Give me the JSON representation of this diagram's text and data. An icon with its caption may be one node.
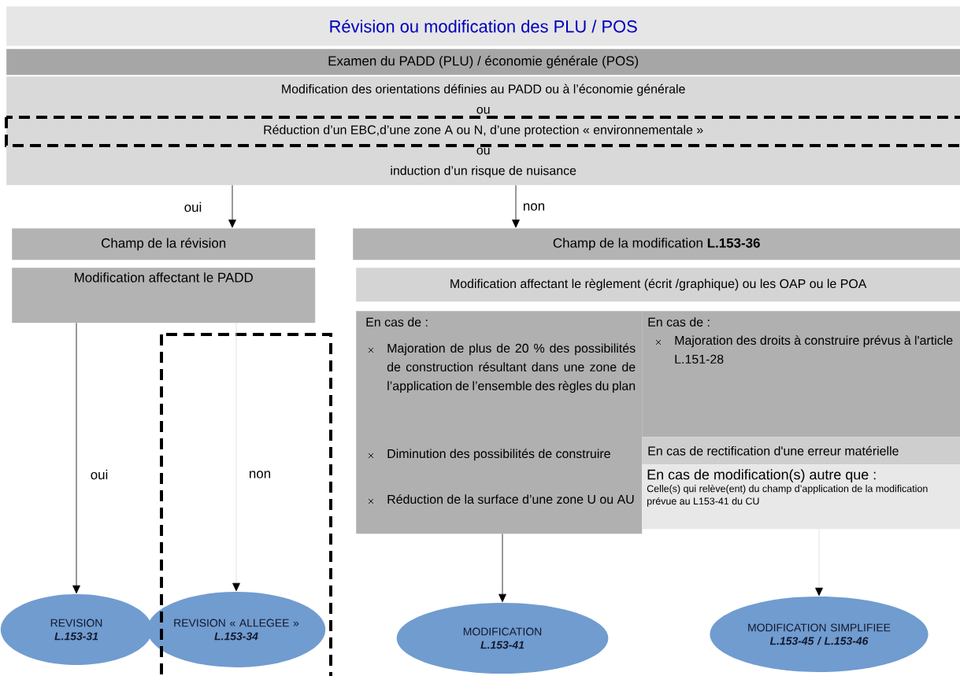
{
  "diagram": {
    "title": "Révision ou modification des PLU / POS",
    "nodes": [
      {
        "text": [
          "Examen du PADD (PLU)  / économie générale (POS)"
        ]
      },
      {
        "text": [
          "Modification des orientations définies au PADD ou à l’économie générale",
          "ou",
          "Réduction d’un EBC,d’une zone A ou N, d’une protection « environnementale »",
          "ou",
          "induction d’un risque de nuisance"
        ]
      },
      {
        "text": [
          "Champ de la révision"
        ]
      },
      {
        "text": [
          "Modification affectant le PADD"
        ]
      },
      {
        "text": [
          "Champ de la modification **L.153-36**"
        ]
      },
      {
        "text": [
          "Modification affectant le règlement (écrit /graphique) ou les OAP ou le POA"
        ]
      },
      {
        "text": [
          "En cas de :",
          "Majoration de plus de 20 % des possibilités de construction résultant dans une zone de l’application de l’ensemble des règles du plan",
          "Diminution des possibilités de construire",
          "Réduction de la surface d’une zone U ou AU"
        ]
      },
      {
        "text": [
          "En cas de :",
          "Majoration des droits à construire prévus à l'article L.151-28"
        ]
      },
      {
        "text": [
          "En cas de rectification d'une erreur matérielle"
        ]
      },
      {
        "text": [
          "En cas de modification(s) autre que :",
          "Celle(s) qui relève(ent) du champ d’application de la  modification prévue au L153-41 du CU"
        ]
      },
      {
        "text": [
          "REVISION",
          "L.153-31"
        ]
      },
      {
        "text": [
          "REVISION « ALLEGEE »",
          "L.153-34"
        ]
      },
      {
        "text": [
          "MODIFICATION",
          "L.153-41"
        ]
      },
      {
        "text": [
          "MODIFICATION SIMPLIFIEE",
          "L.153-45 / L.153-46"
        ]
      }
    ],
    "edges": [
      {
        "from": 1,
        "to": 2,
        "arrow": "to",
        "label": "oui"
      },
      {
        "from": 1,
        "to": 4,
        "arrow": "to",
        "label": "non"
      },
      {
        "from": 3,
        "to": 10,
        "arrow": "to",
        "label": "oui"
      },
      {
        "from": 3,
        "to": 11,
        "arrow": "to",
        "label": "non",
        "color": "#d9d9d9"
      },
      {
        "from": 6,
        "to": 12,
        "arrow": "to"
      },
      {
        "from": 9,
        "to": 13,
        "arrow": "to",
        "color": "#d9d9d9"
      }
    ]
  }
}
